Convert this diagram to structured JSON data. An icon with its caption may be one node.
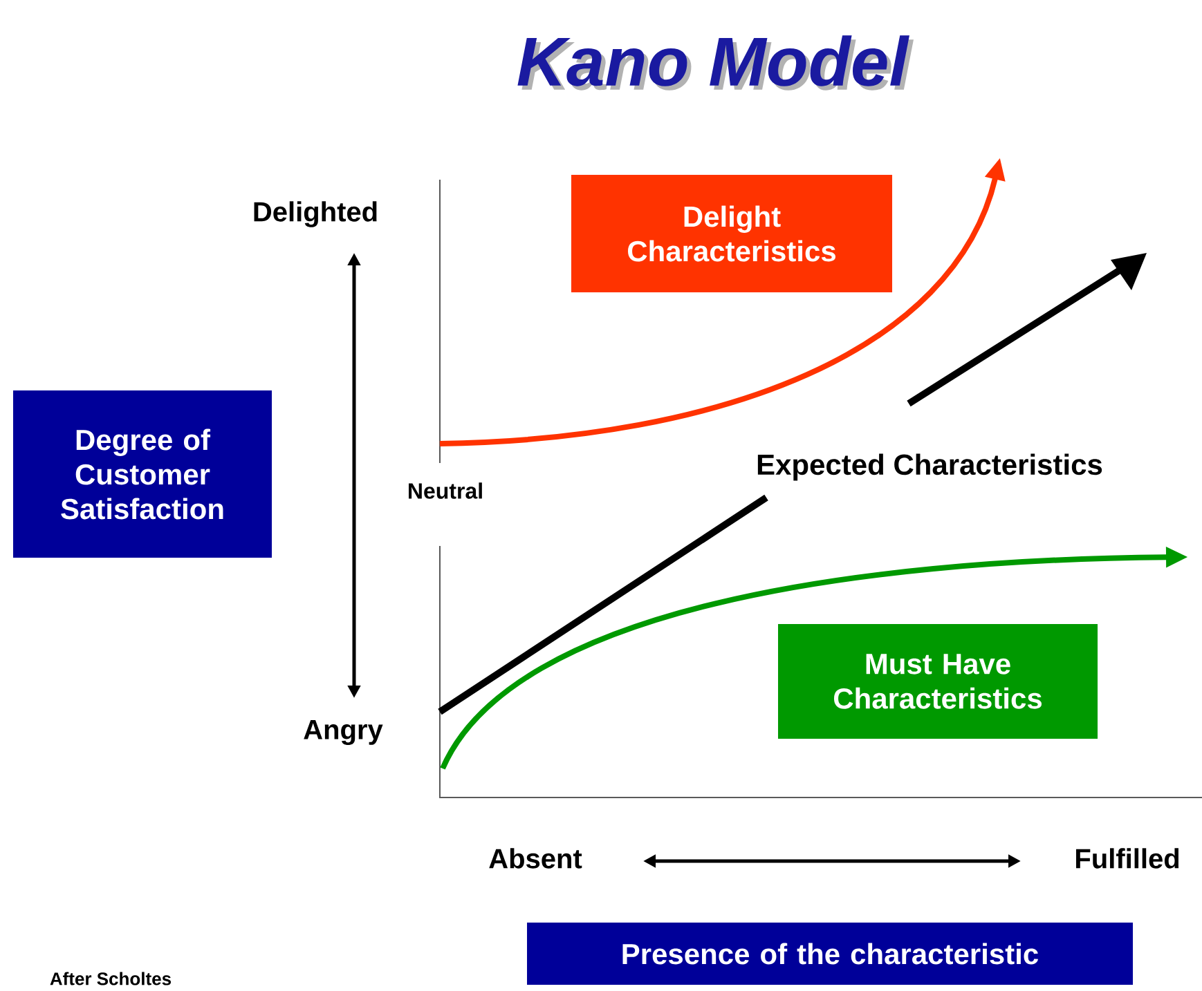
{
  "diagram": {
    "title": "Kano Model",
    "nodes": [
      {
        "text": [
          "Delight Characteristics"
        ]
      },
      {
        "text": [
          "Expected Characteristics"
        ]
      },
      {
        "text": [
          "Must Have Characteristics"
        ]
      },
      {
        "text": [
          "Degree of Customer Satisfaction"
        ]
      },
      {
        "text": [
          "Presence of the characteristic"
        ]
      }
    ],
    "edges": [],
    "labels": [
      "Delighted",
      "Neutral",
      "Angry",
      "Absent",
      "Fulfilled",
      "After Scholtes"
    ]
  }
}
